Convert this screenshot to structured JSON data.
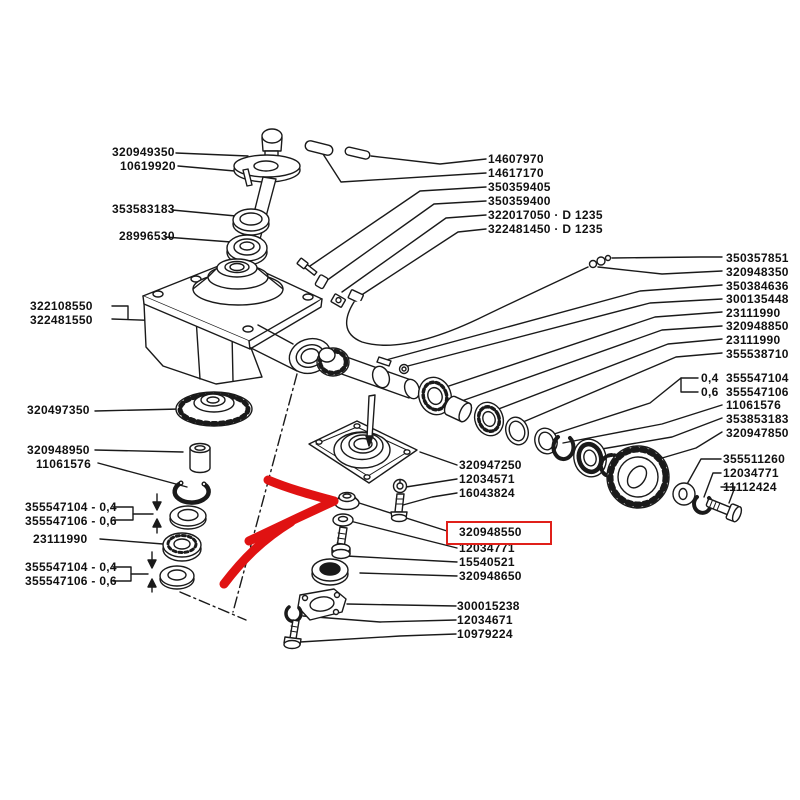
{
  "diagram": {
    "background": "#ffffff",
    "line_color": "#1a1a1a",
    "accent_color": "#e01212",
    "highlighted_part_number": "320948550"
  },
  "labels": [
    {
      "text": "320949350"
    },
    {
      "text": "10619920"
    },
    {
      "text": "353583183"
    },
    {
      "text": "28996530"
    },
    {
      "text": "322108550"
    },
    {
      "text": "322481550"
    },
    {
      "text": "320497350"
    },
    {
      "text": "320948950"
    },
    {
      "text": "11061576"
    },
    {
      "text": "355547104 - 0,4"
    },
    {
      "text": "355547106 - 0,6"
    },
    {
      "text": "23111990"
    },
    {
      "text": "355547104 - 0,4"
    },
    {
      "text": "355547106 - 0,6"
    },
    {
      "text": "14607970"
    },
    {
      "text": "14617170"
    },
    {
      "text": "350359405"
    },
    {
      "text": "350359400"
    },
    {
      "text": "322017050 · D 1235"
    },
    {
      "text": "322481450 · D 1235"
    },
    {
      "text": "350357851"
    },
    {
      "text": "320948350"
    },
    {
      "text": "350384636"
    },
    {
      "text": "300135448"
    },
    {
      "text": "23111990"
    },
    {
      "text": "320948850"
    },
    {
      "text": "23111990"
    },
    {
      "text": "355538710"
    },
    {
      "text": "0,4"
    },
    {
      "text": "355547104"
    },
    {
      "text": "0,6"
    },
    {
      "text": "355547106"
    },
    {
      "text": "11061576"
    },
    {
      "text": "353853183"
    },
    {
      "text": "320947850"
    },
    {
      "text": "355511260"
    },
    {
      "text": "12034771"
    },
    {
      "text": "11112424"
    },
    {
      "text": "320947250"
    },
    {
      "text": "12034571"
    },
    {
      "text": "16043824"
    },
    {
      "text": "320948550"
    },
    {
      "text": "12034771"
    },
    {
      "text": "15540521"
    },
    {
      "text": "320948650"
    },
    {
      "text": "300015238"
    },
    {
      "text": "12034671"
    },
    {
      "text": "10979224"
    }
  ]
}
